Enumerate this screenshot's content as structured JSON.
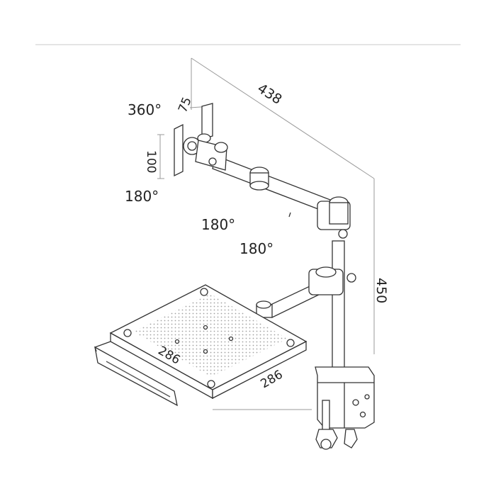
{
  "rotations": {
    "monitor_swivel": "360°",
    "monitor_tilt": "180°",
    "upper_arm": "180°",
    "lower_arm": "180°"
  },
  "dimensions": {
    "arm_reach": "438",
    "vesa_horizontal": "75",
    "vesa_vertical": "100",
    "pole_height": "450",
    "tray_depth": "286",
    "tray_width": "286"
  },
  "colors": {
    "line": "#333333",
    "guide": "#9a9a9a",
    "divider": "#c8c8c8"
  }
}
